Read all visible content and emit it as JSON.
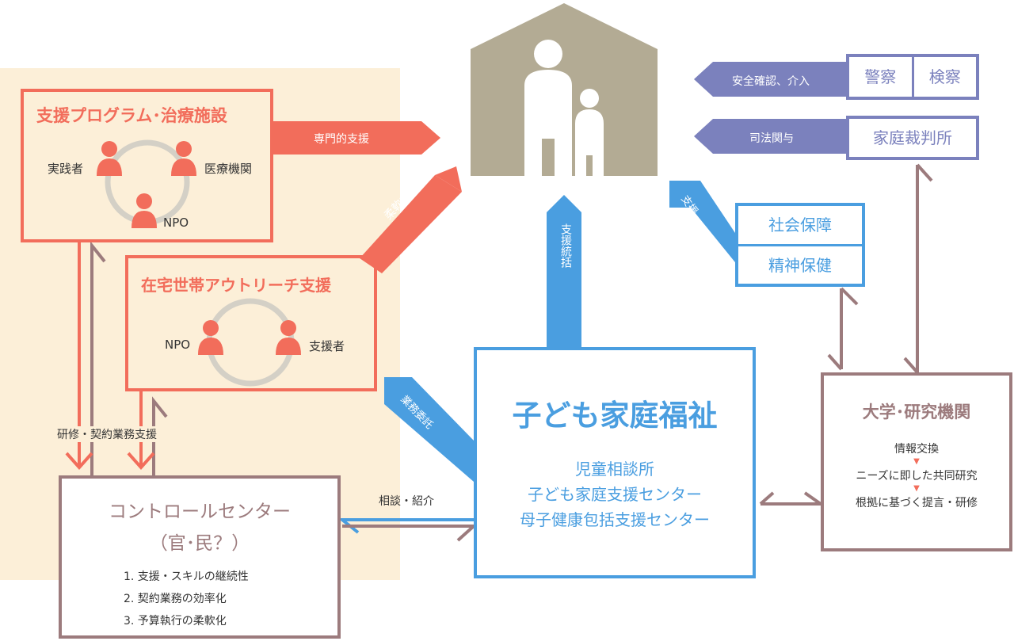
{
  "colors": {
    "coral": "#f26d5b",
    "blue": "#4a9ee0",
    "mauve": "#9c7b7d",
    "slate": "#7b81bd",
    "cream": "#fcefd8",
    "house": "#b3ab94",
    "ring": "#d4d0c6"
  },
  "program": {
    "title": "支援プログラム･治療施設",
    "practitioner": "実践者",
    "medical": "医療機関",
    "npo": "NPO"
  },
  "outreach": {
    "title": "在宅世帯アウトリーチ支援",
    "npo": "NPO",
    "supporter": "支援者"
  },
  "control": {
    "title": "コントロールセンター",
    "subtitle": "（官･民？）",
    "items": [
      "1. 支援・スキルの継続性",
      "2. 契約業務の効率化",
      "3. 予算執行の柔軟化"
    ]
  },
  "welfare": {
    "title": "子ども家庭福祉",
    "lines": [
      "児童相談所",
      "子ども家庭支援センター",
      "母子健康包括支援センター"
    ]
  },
  "university": {
    "title": "大学･研究機関",
    "items": [
      "情報交換",
      "ニーズに即した共同研究",
      "根拠に基づく提言・研修"
    ],
    "marker": "▼"
  },
  "social": {
    "items": [
      "社会保障",
      "精神保健"
    ]
  },
  "police": {
    "a": "警察",
    "b": "検察"
  },
  "court": {
    "label": "家庭裁判所"
  },
  "arrows": {
    "specialized": "専門的支援",
    "flexible": "柔軟な支援",
    "integration": "支援統括",
    "support": "支援",
    "outsourcing": "業務委託",
    "safety": "安全確認、介入",
    "judicial": "司法関与",
    "training": "研修・契約業務支援",
    "consult": "相談・紹介"
  }
}
